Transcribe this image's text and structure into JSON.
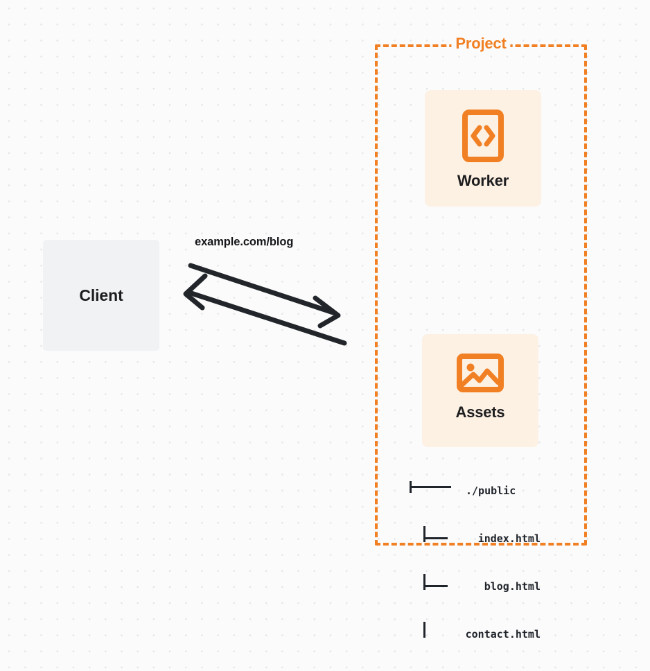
{
  "diagram": {
    "background": "#fbfbfb",
    "accent_color": "#f08023",
    "client": {
      "label": "Client",
      "box_color": "#f1f2f4"
    },
    "connection": {
      "label": "example.com/blog",
      "request_arrow_direction": "client-to-project",
      "response_arrow_direction": "project-to-client",
      "stroke_color": "#22262b"
    },
    "project": {
      "title": "Project",
      "border_color": "#f08023",
      "border_style": "dashed",
      "services": [
        {
          "name": "Worker",
          "icon": "code-brackets-icon",
          "card_color": "#fdf1e4"
        },
        {
          "name": "Assets",
          "icon": "image-icon",
          "card_color": "#fdf1e4"
        }
      ],
      "file_tree": {
        "root": {
          "branch": "├────",
          "name": "./public"
        },
        "children": [
          {
            "branch": "|__",
            "name": "index.html"
          },
          {
            "branch": "|__",
            "name": "blog.html"
          },
          {
            "branch": "|",
            "name": "contact.html"
          }
        ]
      }
    }
  }
}
